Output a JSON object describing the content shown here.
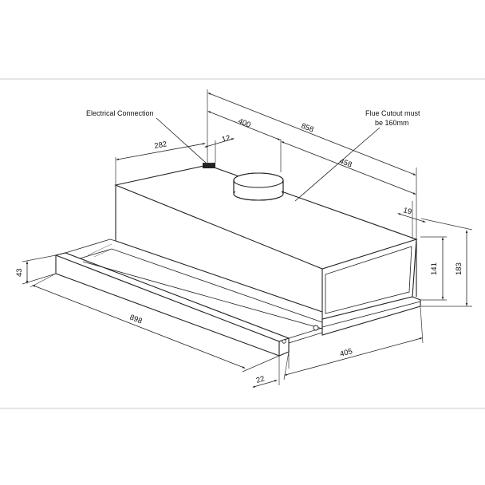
{
  "labels": {
    "electrical_connection": "Electrical Connection",
    "flue_line1": "Flue Cutout must",
    "flue_line2": "be 160mm"
  },
  "dimensions": {
    "overall_width": "858",
    "flue_offset": "400",
    "flue_to_right": "458",
    "connection_offset": "282",
    "connection_width": "12",
    "right_inset": "19",
    "body_height": "141",
    "total_height": "183",
    "front_height": "43",
    "front_width": "898",
    "front_depth": "22",
    "depth": "405"
  }
}
